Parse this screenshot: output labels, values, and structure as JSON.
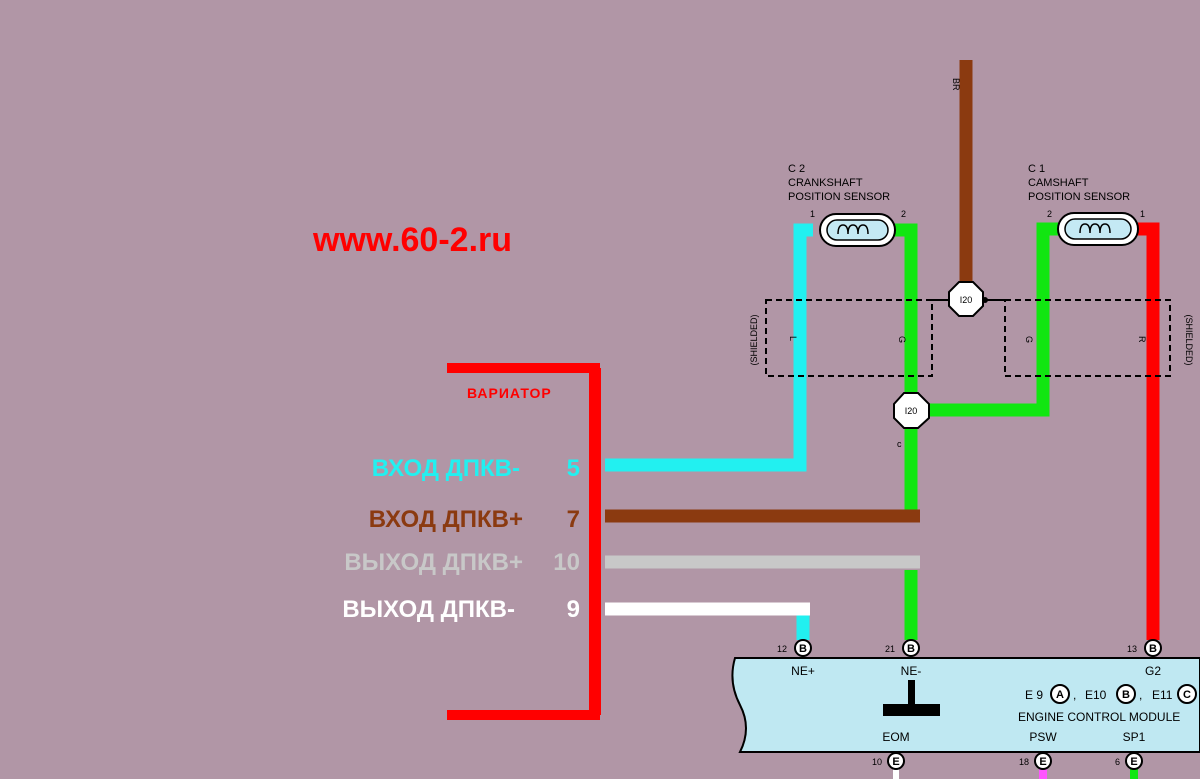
{
  "site_url": "www.60-2.ru",
  "variator": {
    "title": "ВАРИАТОР",
    "pins": [
      {
        "label": "ВХОД ДПКВ-",
        "number": "5",
        "color": "#22f0f0"
      },
      {
        "label": "ВХОД ДПКВ+",
        "number": "7",
        "color": "#8b3a10"
      },
      {
        "label": "ВЫХОД ДПКВ+",
        "number": "10",
        "color": "#c8c8c8"
      },
      {
        "label": "ВЫХОД ДПКВ-",
        "number": "9",
        "color": "#ffffff"
      }
    ]
  },
  "crank_sensor": {
    "connector": "C 2",
    "name_line1": "CRANKSHAFT",
    "name_line2": "POSITION SENSOR",
    "pin1": "1",
    "pin2": "2"
  },
  "cam_sensor": {
    "connector": "C 1",
    "name_line1": "CAMSHAFT",
    "name_line2": "POSITION SENSOR",
    "pin1": "1",
    "pin2": "2"
  },
  "shield": {
    "left_label": "(SHIELDED)",
    "right_label": "(SHIELDED)",
    "wire_l": "L",
    "wire_g1": "G",
    "wire_g2": "G",
    "wire_r": "R",
    "splice_top": "I20",
    "splice_mid": "I20",
    "top_wire_label": "BR",
    "small_c": "c"
  },
  "ecm": {
    "name": "ENGINE CONTROL MODULE",
    "connectors": [
      {
        "name": "E 9",
        "letter": "A"
      },
      {
        "name": "E10",
        "letter": "B"
      },
      {
        "name": "E11",
        "letter": "C"
      }
    ],
    "terminals_top": [
      {
        "num": "12",
        "letter": "B",
        "name": "NE+"
      },
      {
        "num": "21",
        "letter": "B",
        "name": "NE-"
      },
      {
        "num": "13",
        "letter": "B",
        "name": "G2"
      }
    ],
    "terminals_bottom": [
      {
        "num": "10",
        "letter": "E",
        "name": "EOM"
      },
      {
        "num": "18",
        "letter": "E",
        "name": "PSW"
      },
      {
        "num": "6",
        "letter": "E",
        "name": "SP1"
      }
    ]
  },
  "colors": {
    "background": "#b196a6",
    "red": "#ff0000",
    "green": "#11e611",
    "cyan": "#22f0f0",
    "brown": "#8b3a10",
    "grey": "#c8c8c8",
    "white": "#ffffff",
    "ecm_fill": "#bfe8f2"
  }
}
